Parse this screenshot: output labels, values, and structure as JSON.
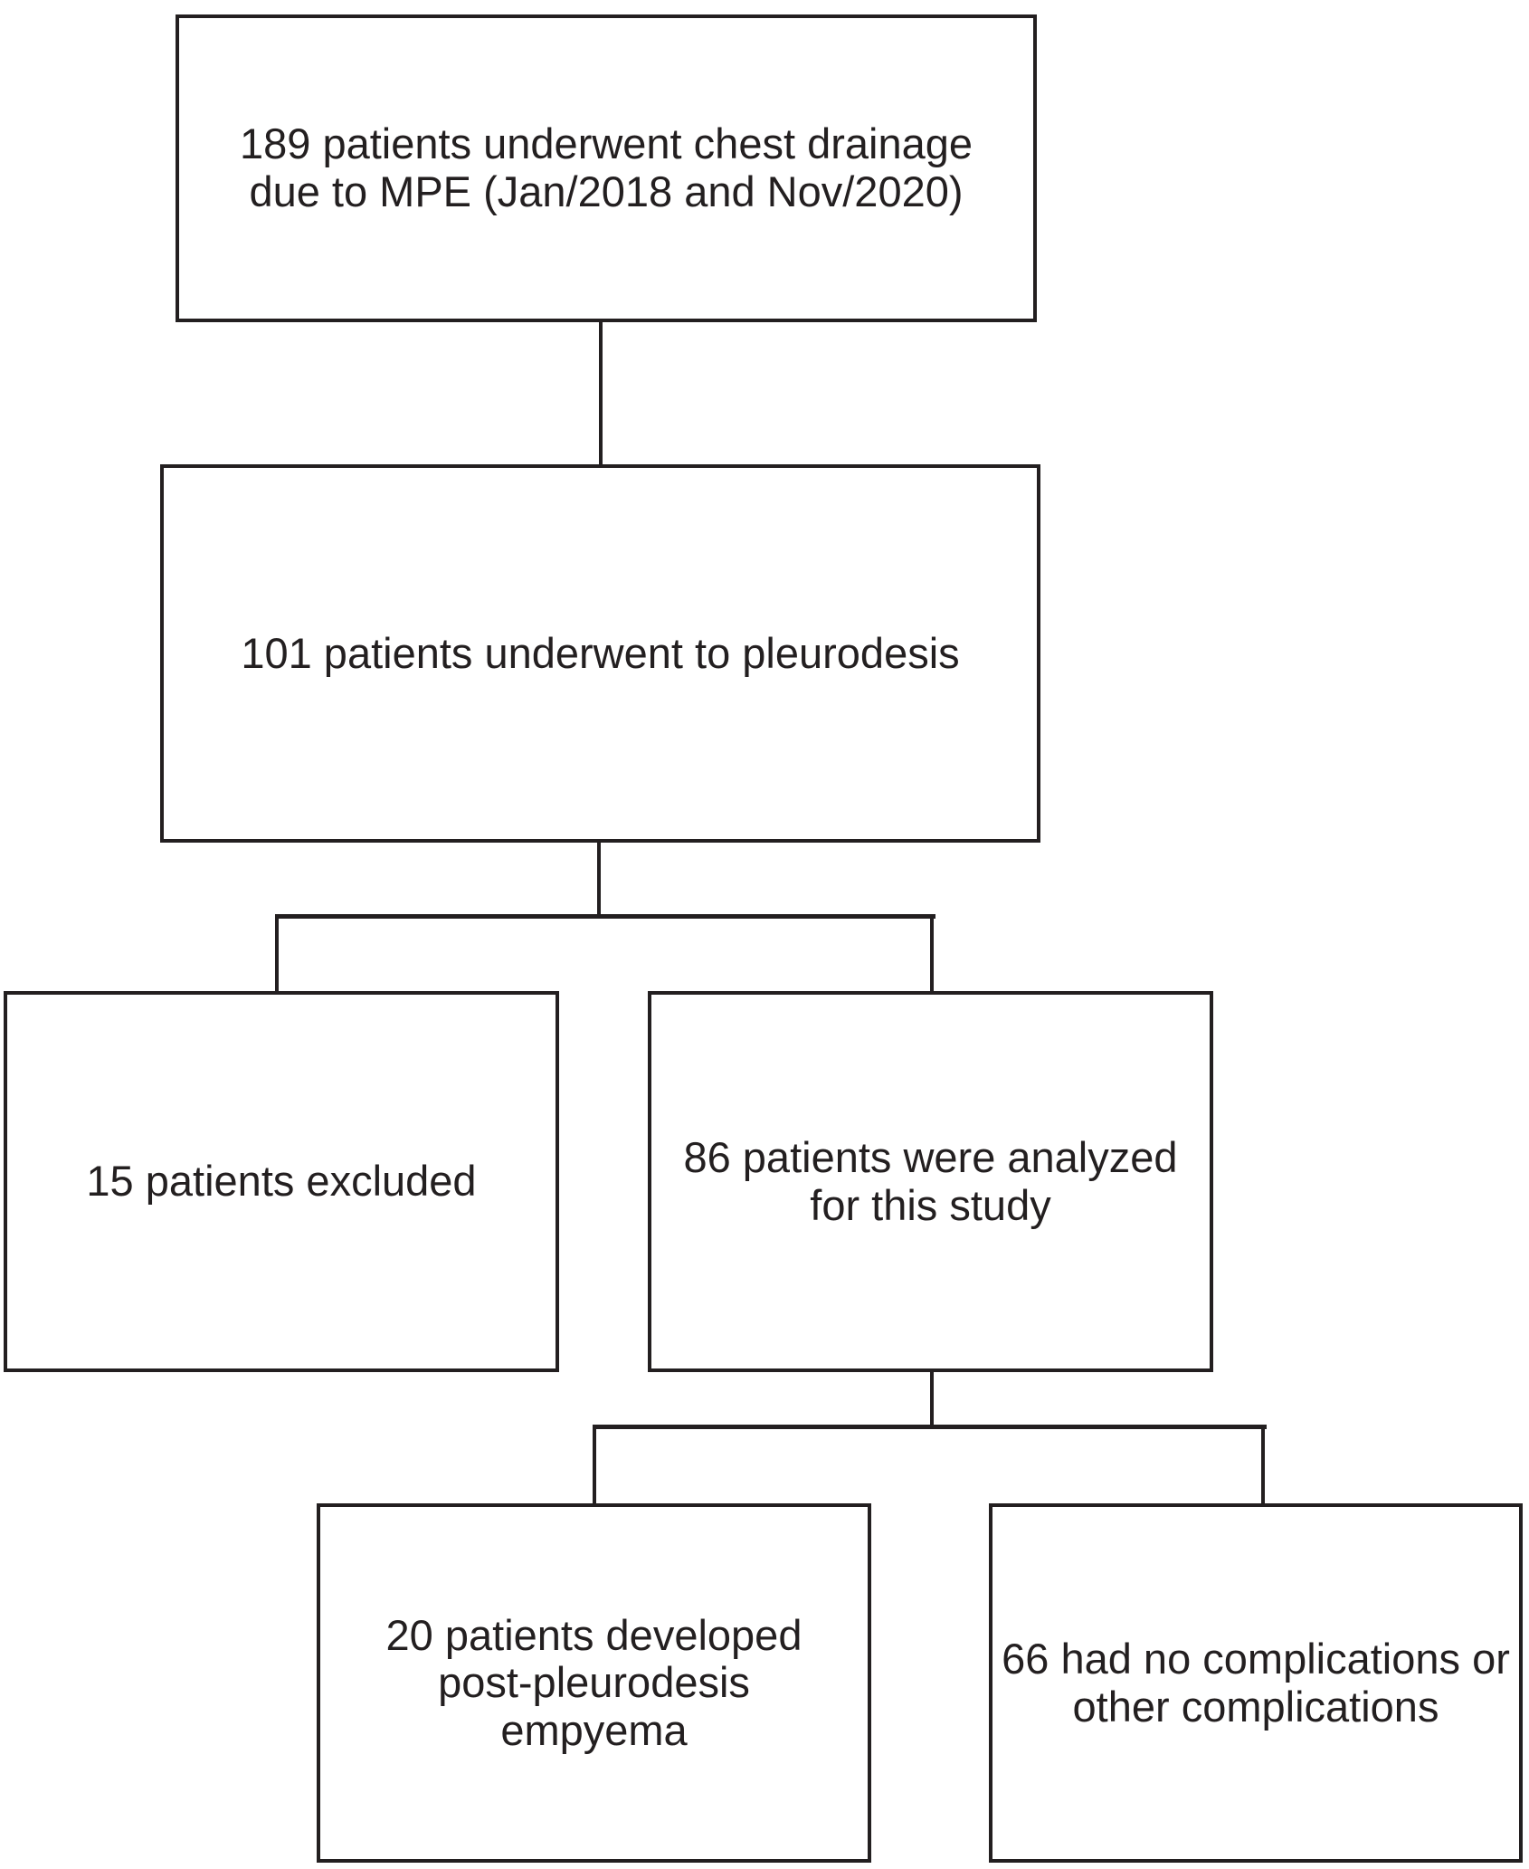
{
  "flowchart": {
    "background_color": "#ffffff",
    "line_color": "#231f20",
    "text_color": "#231f20",
    "boxes": {
      "chest_drainage": {
        "text": "189 patients underwent chest drainage\ndue to MPE (Jan/2018 and Nov/2020)"
      },
      "pleurodesis": {
        "text": "101 patients underwent to pleurodesis"
      },
      "excluded": {
        "text": "15 patients excluded"
      },
      "analyzed": {
        "text": "86 patients were analyzed\nfor this study"
      },
      "empyema": {
        "text": "20 patients developed\npost-pleurodesis\nempyema"
      },
      "no_complications": {
        "text": "66 had no complications or\nother complications"
      }
    }
  }
}
